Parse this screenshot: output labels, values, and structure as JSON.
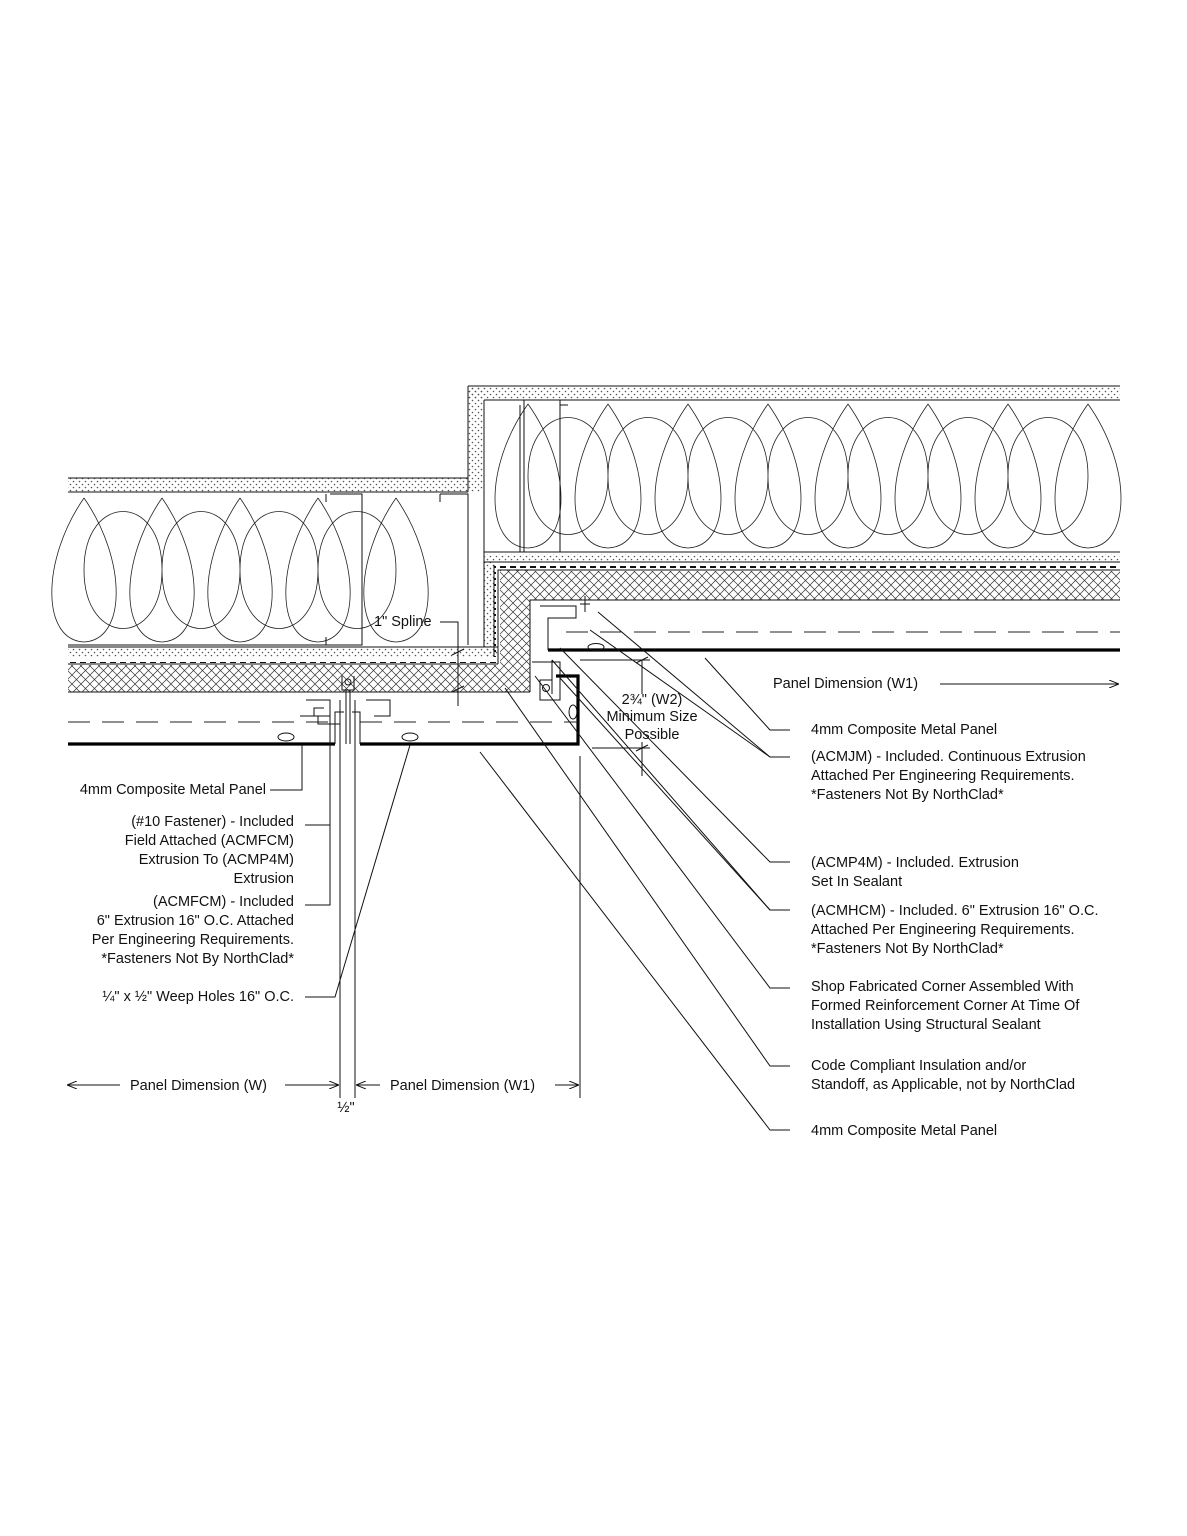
{
  "labels": {
    "spline": "1\" Spline",
    "panel_dim_w1_top": "Panel Dimension (W1)",
    "w2_line1": "2¾\" (W2)",
    "w2_line2": "Minimum Size",
    "w2_line3": "Possible",
    "panel_dim_w": "Panel Dimension (W)",
    "panel_dim_w1_bottom": "Panel Dimension (W1)",
    "half_inch": "½\""
  },
  "left_callouts": [
    [
      "4mm Composite Metal Panel"
    ],
    [
      "(#10 Fastener) - Included",
      "Field Attached (ACMFCM)",
      "Extrusion To (ACMP4M)",
      "Extrusion"
    ],
    [
      "(ACMFCM) - Included",
      "6\" Extrusion 16\" O.C. Attached",
      "Per Engineering Requirements.",
      "*Fasteners Not By NorthClad*"
    ],
    [
      "¼\" x ½\" Weep Holes 16\" O.C."
    ]
  ],
  "right_callouts": [
    [
      "4mm Composite Metal Panel"
    ],
    [
      "(ACMJM) - Included. Continuous Extrusion",
      "Attached Per Engineering Requirements.",
      "*Fasteners Not By NorthClad*"
    ],
    [
      "(ACMP4M) - Included. Extrusion",
      "Set In Sealant"
    ],
    [
      "(ACMHCM) - Included. 6\" Extrusion 16\" O.C.",
      "Attached Per Engineering Requirements.",
      "*Fasteners Not By NorthClad*"
    ],
    [
      "Shop Fabricated Corner Assembled With",
      "Formed Reinforcement Corner At Time Of",
      "Installation Using Structural Sealant"
    ],
    [
      "Code Compliant Insulation and/or",
      "Standoff, as Applicable, not by NorthClad"
    ],
    [
      "4mm Composite Metal Panel"
    ]
  ]
}
